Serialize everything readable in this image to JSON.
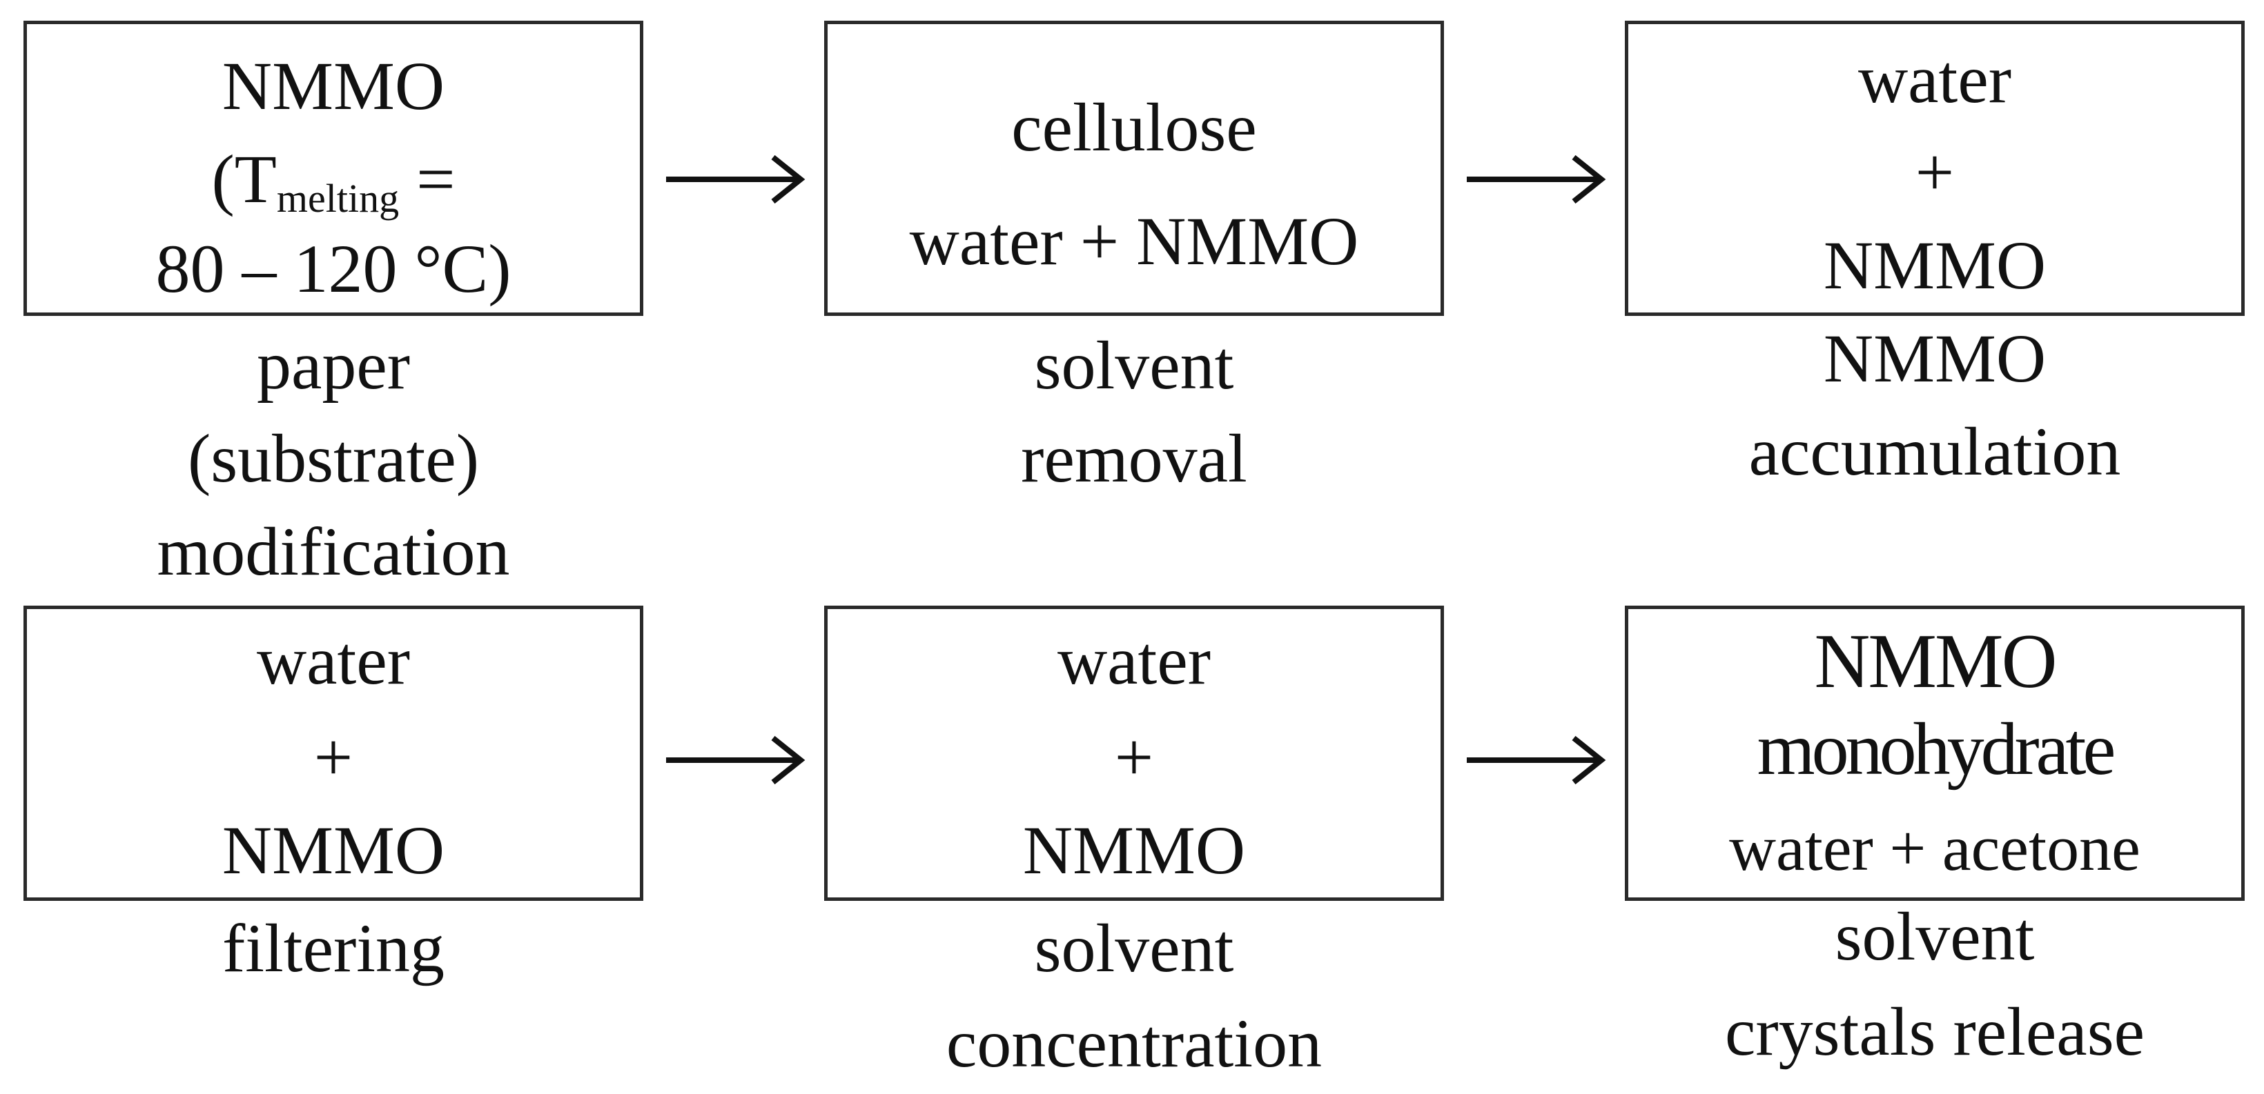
{
  "row1": {
    "box1": {
      "line1": "NMMO",
      "line2_pre": "(T",
      "line2_sub": "melting",
      "line2_post": " =",
      "line3": "80 – 120 °C)",
      "caption": [
        "paper",
        "(substrate)",
        "modification"
      ]
    },
    "box2": {
      "line1": "cellulose",
      "line2": "water + NMMO",
      "caption": [
        "solvent",
        "removal"
      ]
    },
    "box3": {
      "line1": "water",
      "line2": "+",
      "line3": "NMMO",
      "caption": [
        "NMMO",
        "accumulation"
      ]
    }
  },
  "row2": {
    "box4": {
      "line1": "water",
      "line2": "+",
      "line3": "NMMO",
      "caption": [
        "filtering"
      ]
    },
    "box5": {
      "line1": "water",
      "line2": "+",
      "line3": "NMMO",
      "caption": [
        "solvent",
        "concentration"
      ]
    },
    "box6": {
      "line1": "NMMO",
      "line2": "monohydrate",
      "line3": "water + acetone",
      "caption": [
        "solvent",
        "crystals release"
      ]
    }
  },
  "arrow_glyph": "→"
}
